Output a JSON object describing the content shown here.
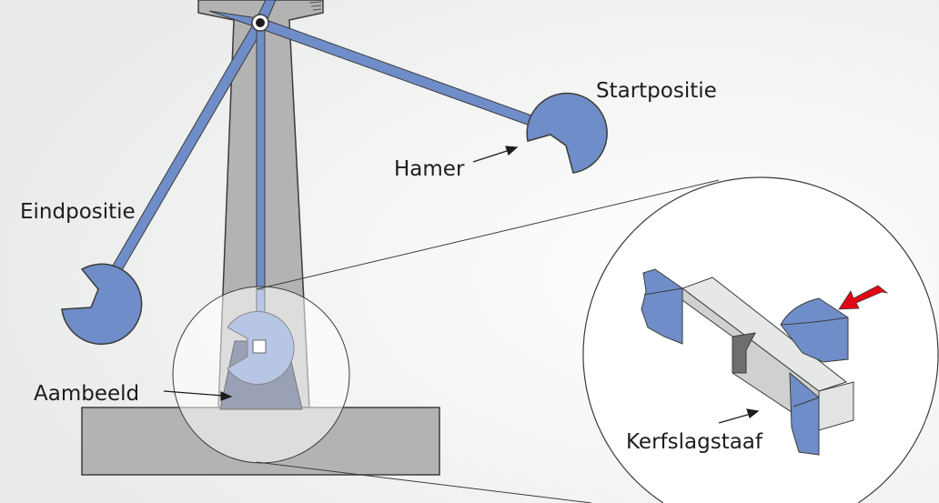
{
  "labels": {
    "start": "Startpositie",
    "hammer": "Hamer",
    "end": "Eindpositie",
    "anvil": "Aambeeld",
    "specimen": "Kerfslagstaaf"
  },
  "colors": {
    "frame": "#b3b3b3",
    "arm": "#6f8dc8",
    "arrow": "#e30613",
    "specimen": "#e6e8e8"
  }
}
